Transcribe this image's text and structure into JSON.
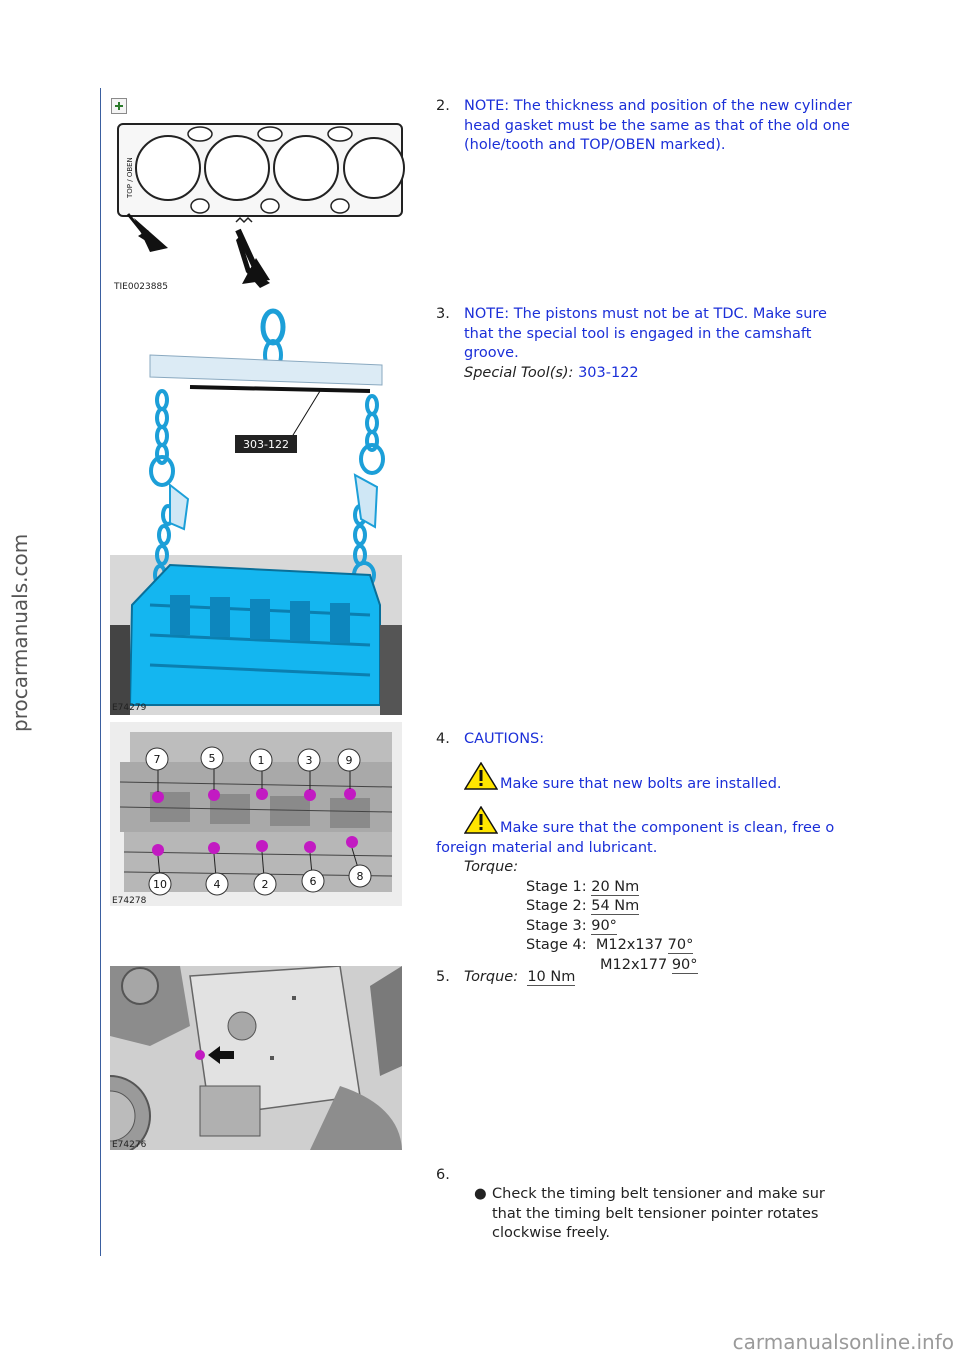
{
  "figures": [
    {
      "id": "TIE0023885",
      "caption": "TIE0023885",
      "labels": {
        "top_oben": "TOP / OBEN"
      }
    },
    {
      "id": "E74279",
      "caption": "E74279",
      "tool_label": "303-122"
    },
    {
      "id": "E74278",
      "caption": "E74278",
      "bolt_numbers": [
        "7",
        "5",
        "1",
        "3",
        "9",
        "10",
        "4",
        "2",
        "6",
        "8"
      ]
    },
    {
      "id": "E74276",
      "caption": "E74276"
    }
  ],
  "steps": [
    {
      "number": "2.",
      "note": "NOTE: The thickness and position of the new cylinder head gasket must be the same as that of the old one (hole/tooth and TOP/OBEN marked)."
    },
    {
      "number": "3.",
      "note_line1": "NOTE: The pistons must not be at TDC. Make sure",
      "note_line2": "that the special tool is engaged in the camshaft",
      "note_line3": "groove.",
      "special_tool_label": "Special Tool(s):",
      "special_tool_value": "303-122"
    },
    {
      "number": "4.",
      "cautions_heading": "CAUTIONS:",
      "caution1": "Make sure that new bolts are installed.",
      "caution2_line1": "Make sure that the component is clean, free o",
      "caution2_line2": "foreign material and lubricant.",
      "torque_label": "Torque:",
      "stages": [
        {
          "label": "Stage 1:",
          "value": "20 Nm"
        },
        {
          "label": "Stage 2:",
          "value": "54 Nm"
        },
        {
          "label": "Stage 3:",
          "value": "90°"
        },
        {
          "label": "Stage 4:",
          "sub1_size": "M12x137",
          "sub1_value": "70°",
          "sub2_size": "M12x177",
          "sub2_value": "90°"
        }
      ]
    },
    {
      "number": "5.",
      "torque_label": "Torque:",
      "torque_value": "10 Nm"
    },
    {
      "number": "6.",
      "bullet_line1": "Check the timing belt tensioner and make sur",
      "bullet_line2": "that the timing belt tensioner pointer rotates",
      "bullet_line3": "clockwise freely."
    }
  ],
  "watermarks": {
    "side": "procarmanuals.com",
    "bottom": "carmanualsonline.info"
  },
  "colors": {
    "link_blue": "#1b2fd8",
    "highlight_cyan": "#14b6f0",
    "bolt_magenta": "#c21ac2",
    "rule_blue": "#3a5fa0"
  }
}
